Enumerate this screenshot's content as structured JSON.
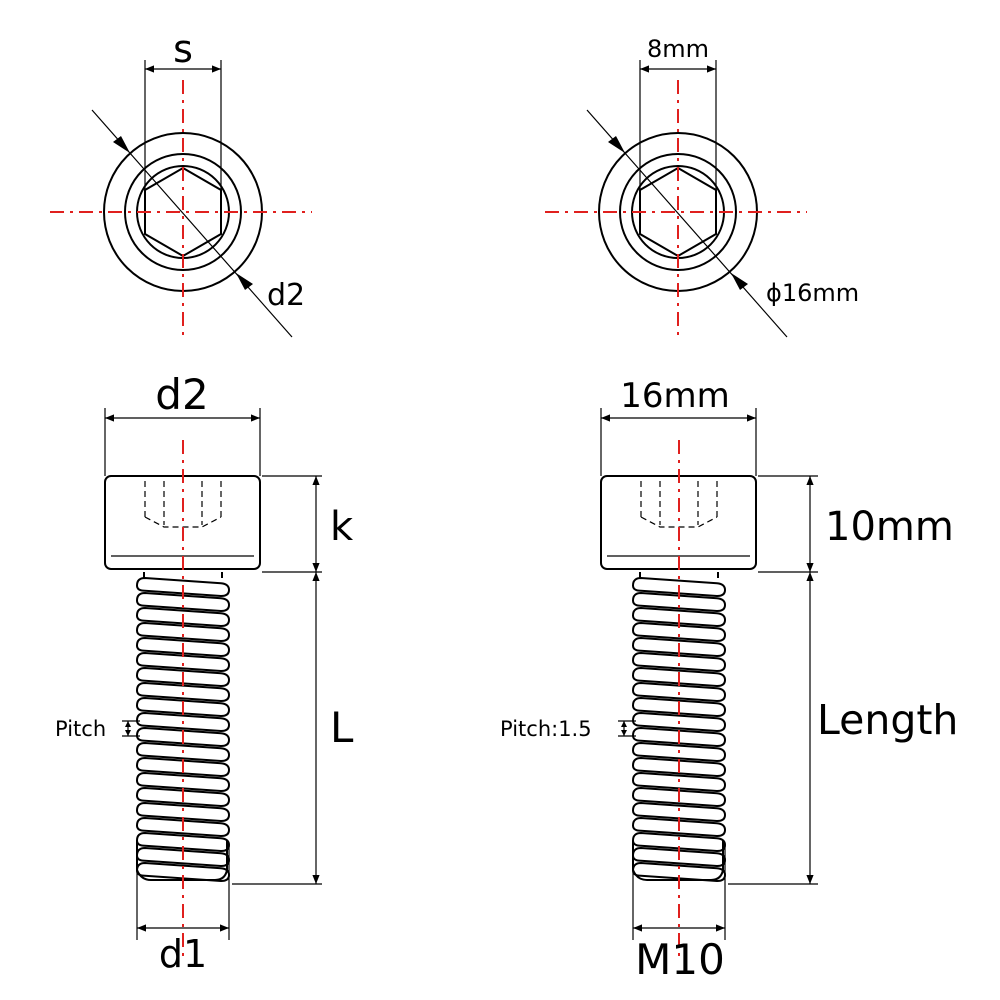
{
  "left_figure": {
    "top_view": {
      "width_label": "s",
      "diameter_label": "d2"
    },
    "side_view": {
      "head_diameter_label": "d2",
      "head_height_label": "k",
      "length_label": "L",
      "pitch_label": "Pitch",
      "thread_diameter_label": "d1"
    }
  },
  "right_figure": {
    "top_view": {
      "width_label": "8mm",
      "diameter_label": "ϕ16mm"
    },
    "side_view": {
      "head_diameter_label": "16mm",
      "head_height_label": "10mm",
      "length_label": "Length",
      "pitch_label": "Pitch:1.5",
      "thread_diameter_label": "M10"
    }
  },
  "colors": {
    "line": "#000000",
    "centerline": "#e0201e",
    "background": "#ffffff"
  },
  "thread_turns": 20
}
